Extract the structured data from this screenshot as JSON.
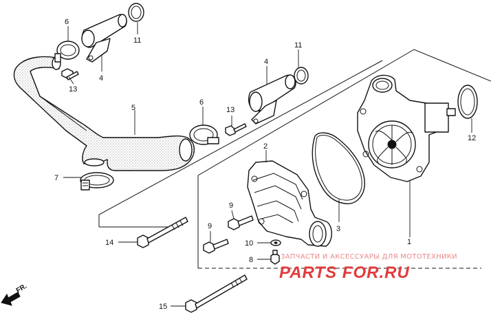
{
  "callouts": {
    "c1": "1",
    "c2": "2",
    "c3": "3",
    "c4a": "4",
    "c4b": "4",
    "c5": "5",
    "c6a": "6",
    "c6b": "6",
    "c7": "7",
    "c8": "8",
    "c9a": "9",
    "c9b": "9",
    "c10": "10",
    "c11a": "11",
    "c11b": "11",
    "c12": "12",
    "c13a": "13",
    "c13b": "13",
    "c14": "14",
    "c15": "15"
  },
  "direction_label": "FR.",
  "watermark": {
    "line1": "ЗАПЧАСТИ И АКСЕССУАРЫ ДЛЯ МОТОТЕХНИКИ",
    "line2": "PARTS FOR.RU",
    "colors": {
      "primary": "#e23b3b",
      "secondary": "#e88a8a"
    }
  }
}
